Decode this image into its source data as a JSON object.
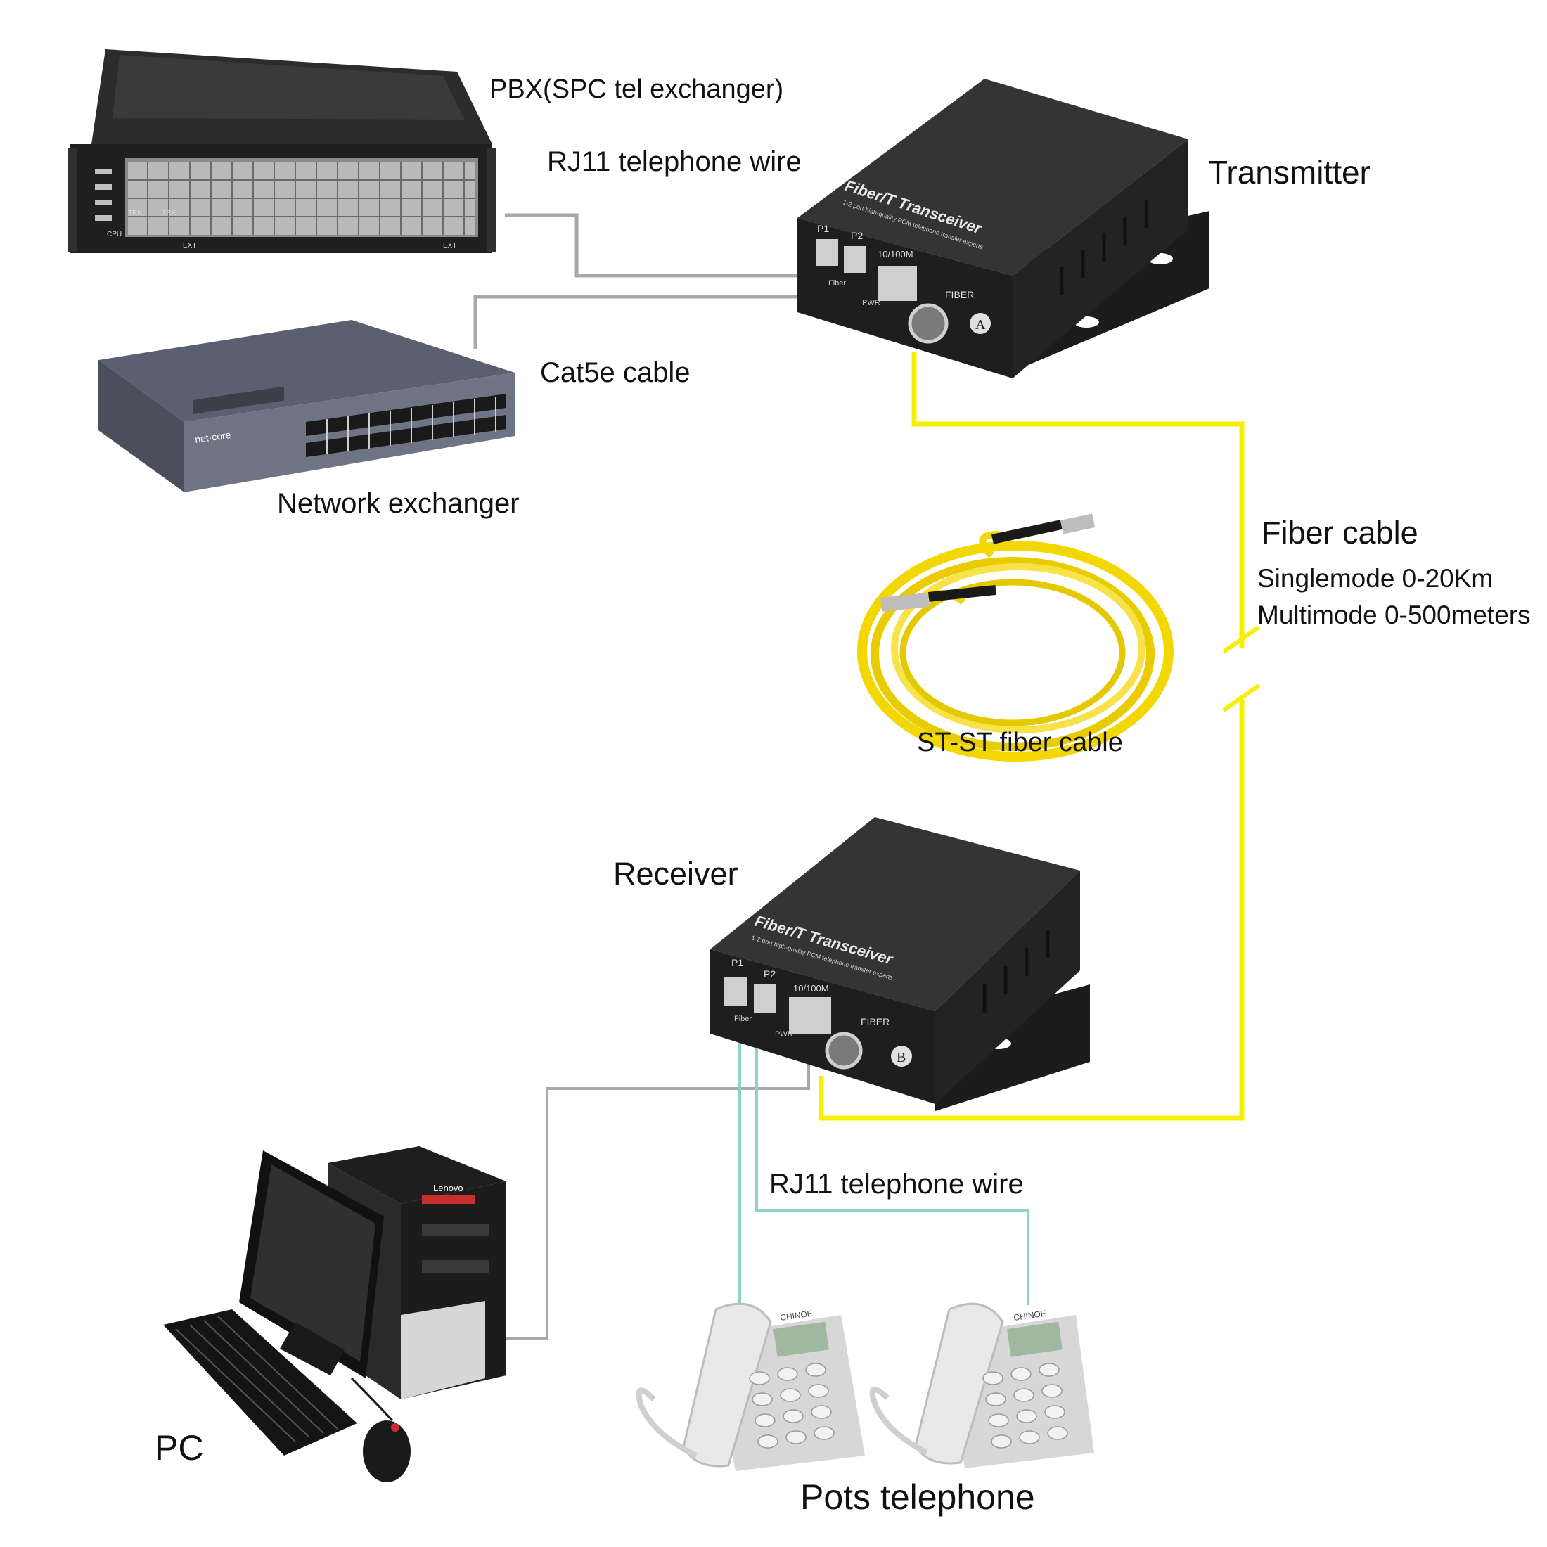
{
  "diagram": {
    "devices": [
      {
        "id": "pbx",
        "label": "PBX(SPC tel exchanger)"
      },
      {
        "id": "transmitter",
        "label": "Transmitter",
        "badge": "A"
      },
      {
        "id": "switch",
        "label": "Network exchanger"
      },
      {
        "id": "fiber_reel",
        "label": "ST-ST fiber cable"
      },
      {
        "id": "receiver",
        "label": "Receiver",
        "badge": "B"
      },
      {
        "id": "pc",
        "label": "PC"
      },
      {
        "id": "phones",
        "label": "Pots telephone"
      }
    ],
    "cables": {
      "rj11_top": "RJ11 telephone wire",
      "cat5e": "Cat5e cable",
      "fiber_title": "Fiber cable",
      "singlemode": "Singlemode 0-20Km",
      "multimode": "Multimode 0-500meters",
      "rj11_bottom": "RJ11 telephone wire"
    },
    "transceiver_panel": {
      "brand": "Fiber/T Transceiver",
      "tagline": "1-2 port high-quality PCM telephone transfer experts",
      "ports": [
        "P1",
        "P2",
        "10/100M",
        "FIBER"
      ],
      "leds": [
        "Fiber",
        "PWR"
      ]
    },
    "pbx_panel": {
      "text": [
        "TRK",
        "TRK",
        "EXT",
        "EXT",
        "CPU"
      ]
    },
    "switch_panel": {
      "brand": "net·core"
    },
    "pc_panel": {
      "brand": "Lenovo"
    },
    "phone_panel": {
      "brand": "CHINOE"
    }
  },
  "colors": {
    "fiber": "#f5f000",
    "cable_gray": "#a8a8a8",
    "rj11_teal": "#8ed1c8",
    "device_dark": "#262626",
    "reel_yellow": "#f2d800"
  }
}
